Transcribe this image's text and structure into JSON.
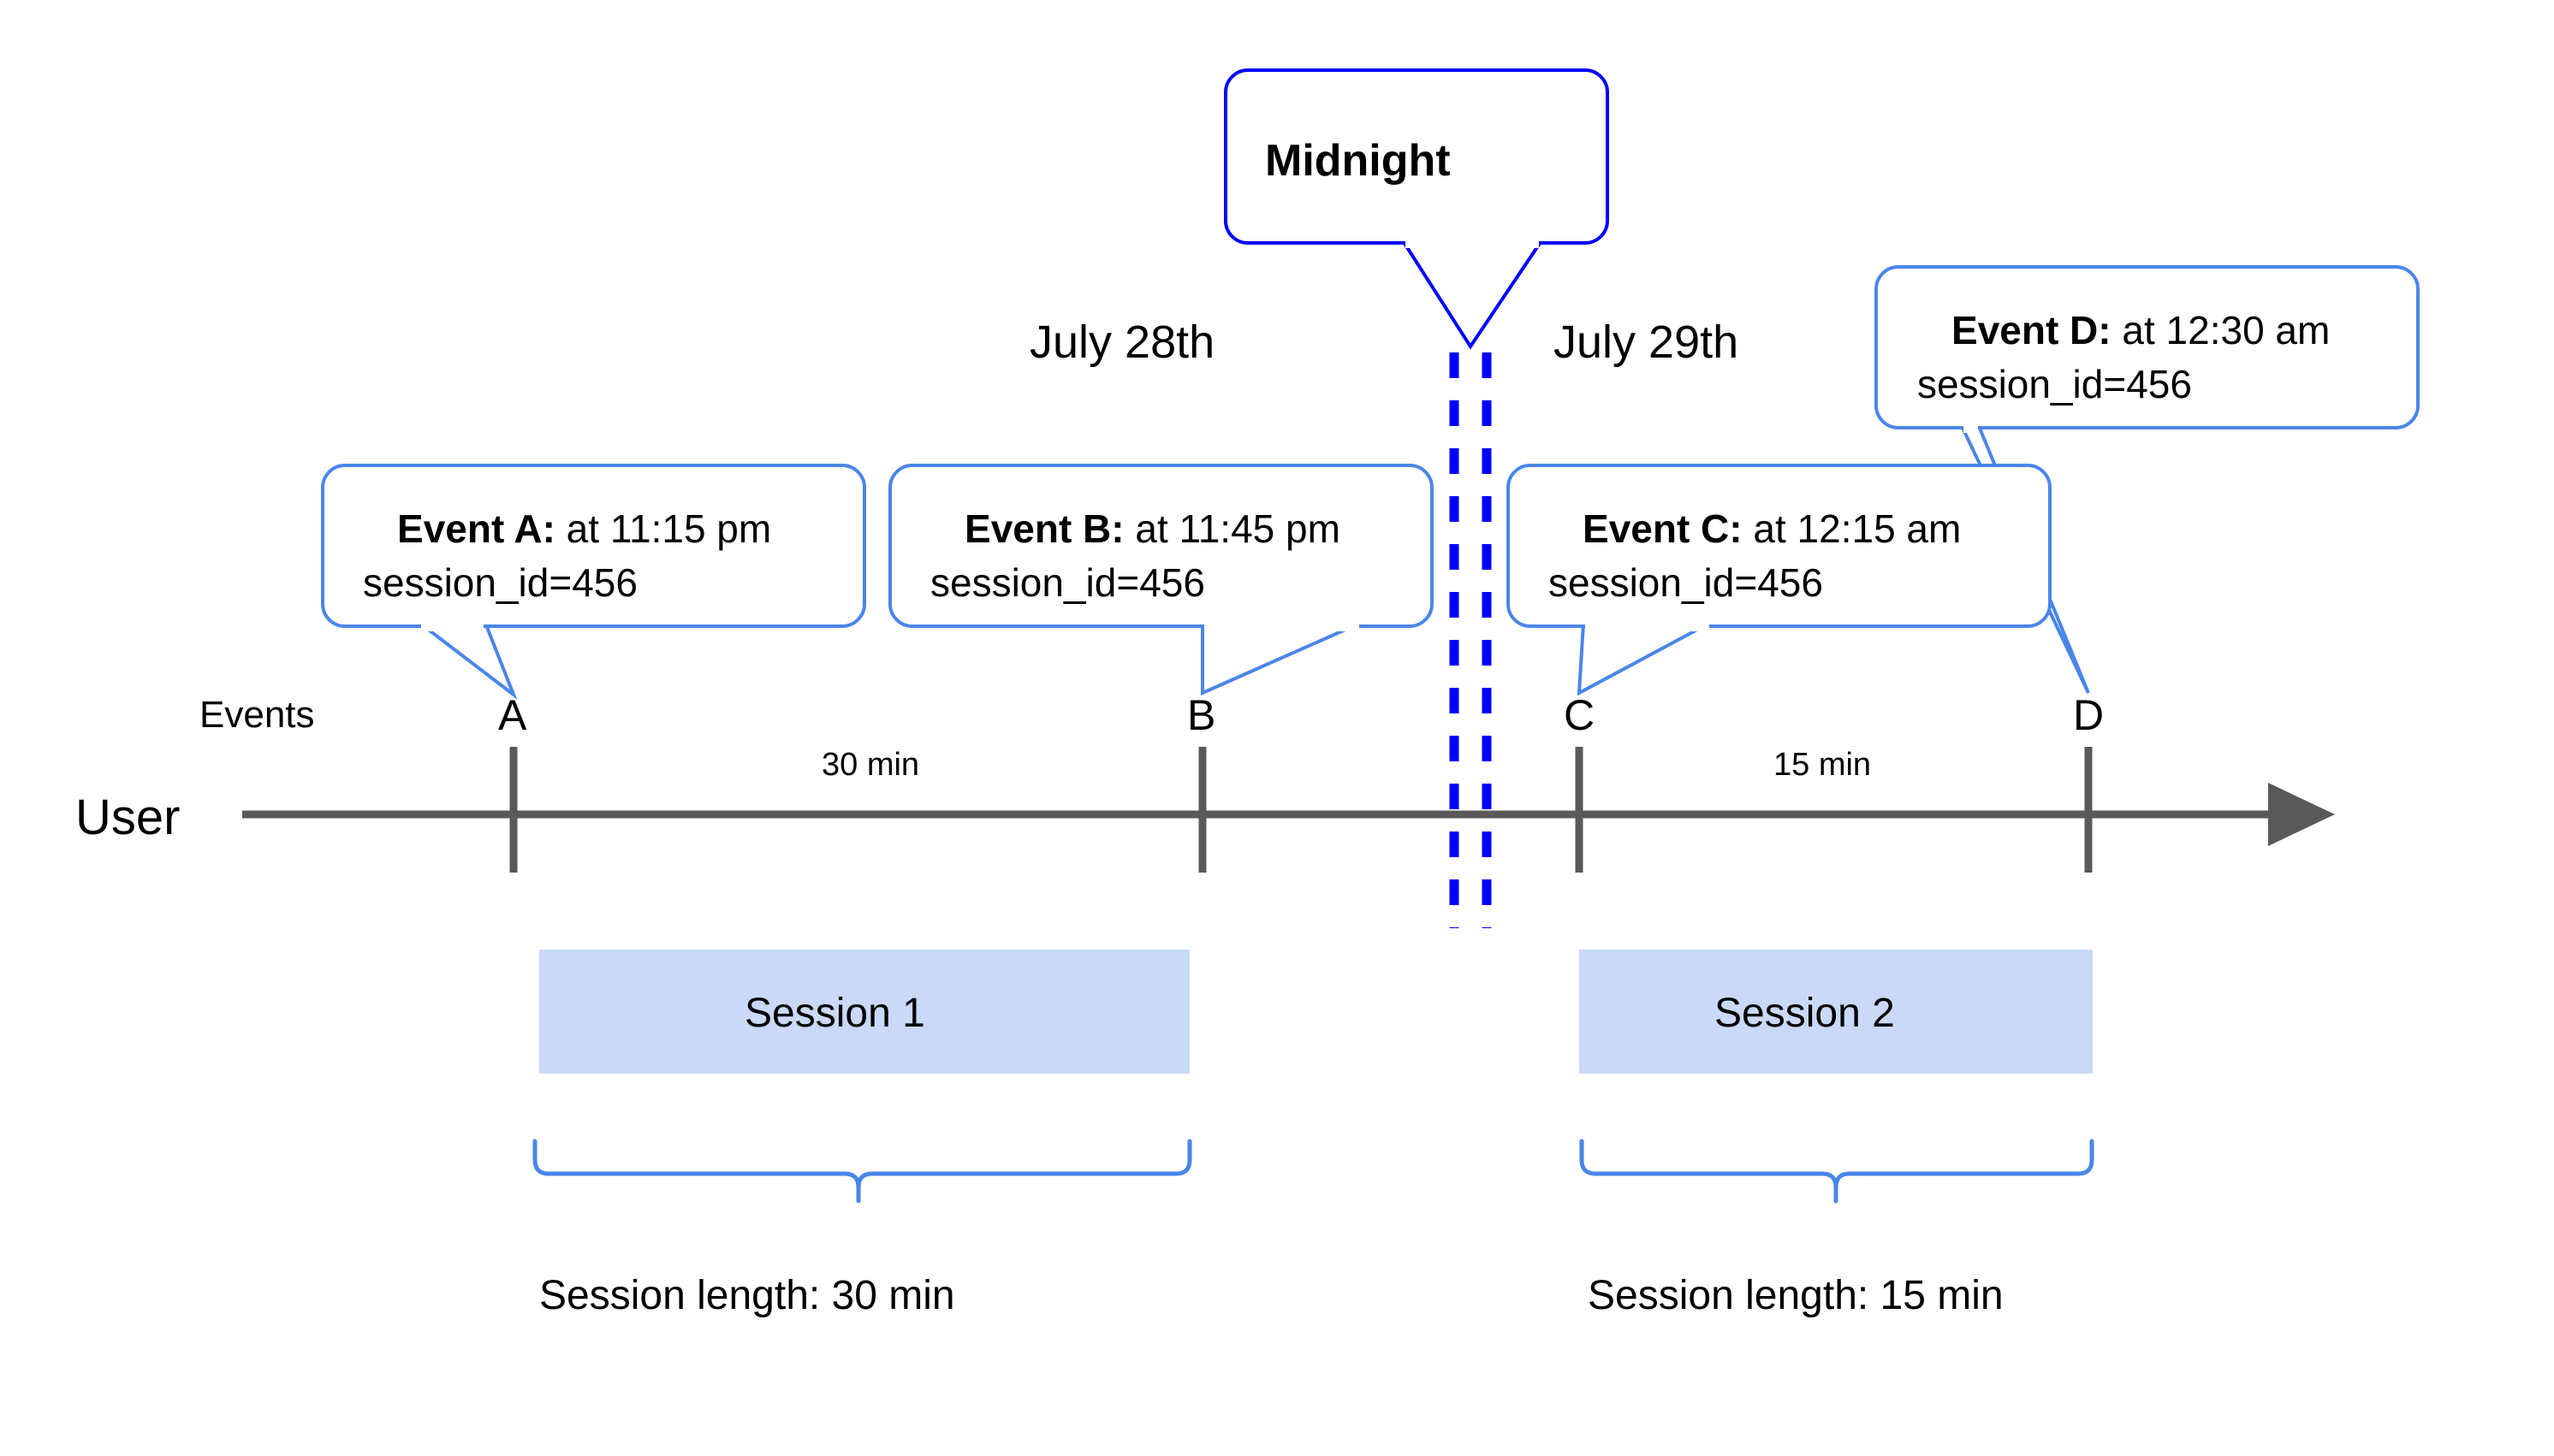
{
  "diagram": {
    "title_labels": {
      "row_user": "User",
      "row_events": "Events"
    },
    "dates": [
      {
        "id": "july28",
        "label": "July 28th"
      },
      {
        "id": "july29",
        "label": "July 29th"
      }
    ],
    "midnight_callout": {
      "label": "Midnight"
    },
    "events": [
      {
        "letter": "A",
        "bold": "Event A:",
        "detail": " at 11:15 pm",
        "line2": "session_id=456"
      },
      {
        "letter": "B",
        "bold": "Event B:",
        "detail": " at 11:45 pm",
        "line2": "session_id=456"
      },
      {
        "letter": "C",
        "bold": "Event C:",
        "detail": " at 12:15 am",
        "line2": "session_id=456"
      },
      {
        "letter": "D",
        "bold": "Event D:",
        "detail": " at 12:30 am",
        "line2": "session_id=456"
      }
    ],
    "gap_labels": [
      {
        "id": "gap-ab",
        "label": "30 min"
      },
      {
        "id": "gap-cd",
        "label": "15 min"
      }
    ],
    "sessions": [
      {
        "id": "session-1",
        "label": "Session 1",
        "length_label": "Session length: 30 min"
      },
      {
        "id": "session-2",
        "label": "Session 2",
        "length_label": "Session length: 15 min"
      }
    ],
    "colors": {
      "callout_border": "#4a86e8",
      "midnight_border": "#0000ff",
      "midnight_dashes": "#0000ff",
      "session_fill": "#c9d9f7",
      "axis": "#595959",
      "text": "#000000",
      "background": "#ffffff"
    }
  }
}
